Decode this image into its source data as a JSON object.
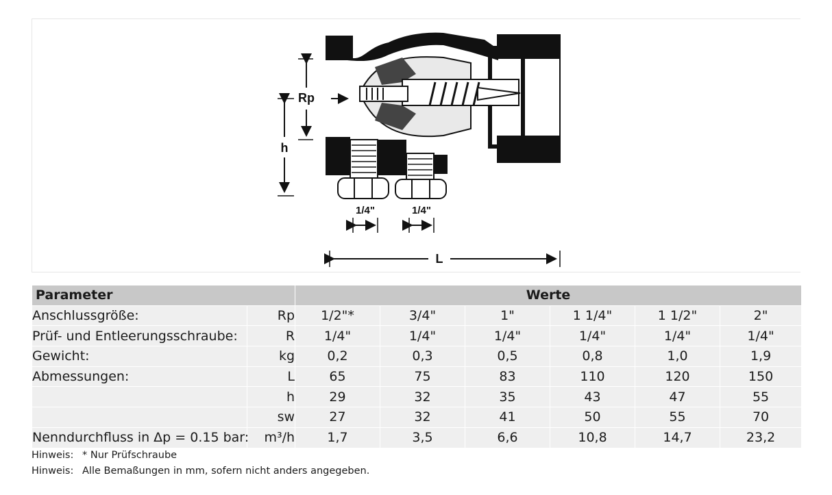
{
  "drawing": {
    "dim_rp": "Rp",
    "dim_h": "h",
    "dim_l": "L",
    "dim_port": "1/4\""
  },
  "table": {
    "header_param": "Parameter",
    "header_values": "Werte",
    "rows": [
      {
        "param": "Anschlussgröße:",
        "unit": "Rp",
        "values": [
          "1/2\"*",
          "3/4\"",
          "1\"",
          "1 1/4\"",
          "1 1/2\"",
          "2\""
        ]
      },
      {
        "param": "Prüf- und Entleerungsschraube:",
        "unit": "R",
        "values": [
          "1/4\"",
          "1/4\"",
          "1/4\"",
          "1/4\"",
          "1/4\"",
          "1/4\""
        ]
      },
      {
        "param": "Gewicht:",
        "unit": "kg",
        "values": [
          "0,2",
          "0,3",
          "0,5",
          "0,8",
          "1,0",
          "1,9"
        ]
      },
      {
        "param": "Abmessungen:",
        "unit": "L",
        "values": [
          "65",
          "75",
          "83",
          "110",
          "120",
          "150"
        ]
      },
      {
        "param": "",
        "unit": "h",
        "values": [
          "29",
          "32",
          "35",
          "43",
          "47",
          "55"
        ]
      },
      {
        "param": "",
        "unit": "sw",
        "values": [
          "27",
          "32",
          "41",
          "50",
          "55",
          "70"
        ]
      },
      {
        "param": "Nenndurchfluss in Δp = 0.15 bar:",
        "unit": "m³/h",
        "values": [
          "1,7",
          "3,5",
          "6,6",
          "10,8",
          "14,7",
          "23,2"
        ]
      }
    ]
  },
  "notes": [
    {
      "label": "Hinweis:",
      "text": "* Nur Prüfschraube"
    },
    {
      "label": "Hinweis:",
      "text": "Alle Bemaßungen in mm, sofern nicht anders angegeben."
    }
  ]
}
